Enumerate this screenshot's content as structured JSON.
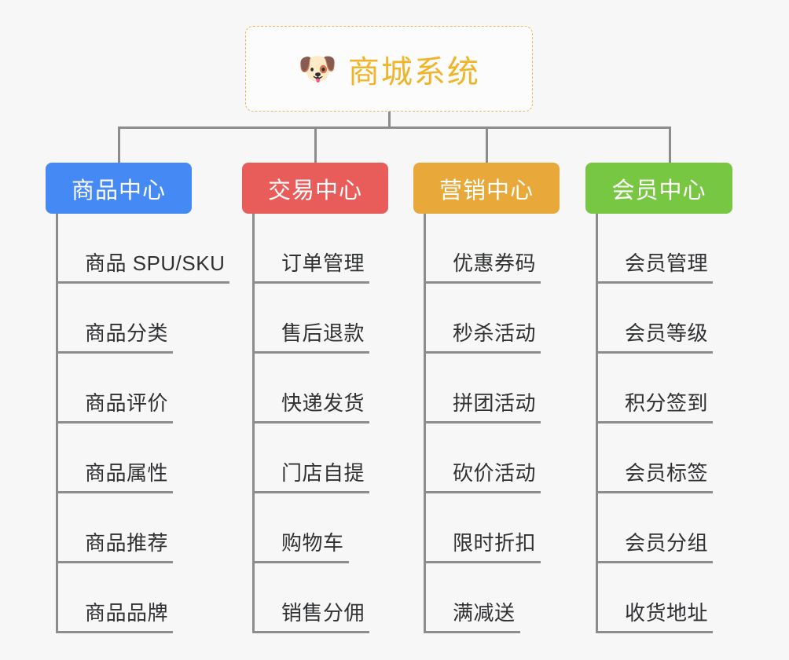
{
  "page": {
    "background_color": "#f7f7f7",
    "line_color": "#8c8c8c"
  },
  "root": {
    "icon": "shiba-dog-face-emoji",
    "emoji": "🐶",
    "title": "商城系统",
    "border_color": "#e8b964",
    "text_color": "#f0b429"
  },
  "categories": [
    {
      "id": "product-center",
      "label": "商品中心",
      "color": "#4589f5",
      "items": [
        {
          "label": "商品 SPU/SKU"
        },
        {
          "label": "商品分类"
        },
        {
          "label": "商品评价"
        },
        {
          "label": "商品属性"
        },
        {
          "label": "商品推荐"
        },
        {
          "label": "商品品牌"
        }
      ]
    },
    {
      "id": "trade-center",
      "label": "交易中心",
      "color": "#e85d5a",
      "items": [
        {
          "label": "订单管理"
        },
        {
          "label": "售后退款"
        },
        {
          "label": "快递发货"
        },
        {
          "label": "门店自提"
        },
        {
          "label": "购物车"
        },
        {
          "label": "销售分佣"
        }
      ]
    },
    {
      "id": "marketing-center",
      "label": "营销中心",
      "color": "#e9a93a",
      "items": [
        {
          "label": "优惠券码"
        },
        {
          "label": "秒杀活动"
        },
        {
          "label": "拼团活动"
        },
        {
          "label": "砍价活动"
        },
        {
          "label": "限时折扣"
        },
        {
          "label": "满减送"
        }
      ]
    },
    {
      "id": "member-center",
      "label": "会员中心",
      "color": "#78c742",
      "items": [
        {
          "label": "会员管理"
        },
        {
          "label": "会员等级"
        },
        {
          "label": "积分签到"
        },
        {
          "label": "会员标签"
        },
        {
          "label": "会员分组"
        },
        {
          "label": "收货地址"
        }
      ]
    }
  ]
}
